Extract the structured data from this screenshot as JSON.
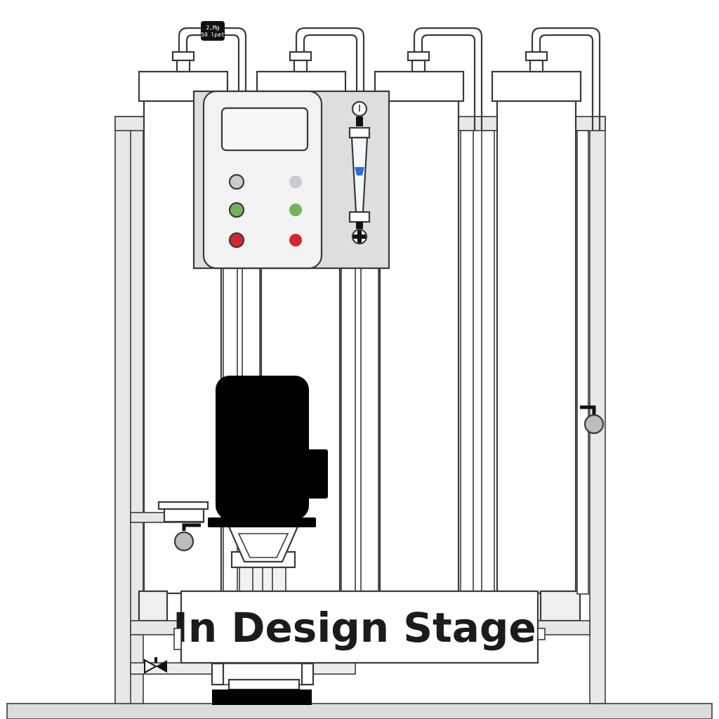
{
  "banner": {
    "text": "In Design Stage"
  },
  "gauge_tag": {
    "line1": "2,Mg",
    "line2": "50 lpet"
  },
  "control_panel": {
    "indicators": [
      {
        "color": "#c8ccd0"
      },
      {
        "color": "#c8ccd0"
      },
      {
        "color": "#72b35c"
      },
      {
        "color": "#72b35c"
      },
      {
        "color": "#d6262b"
      },
      {
        "color": "#d6262b"
      }
    ]
  },
  "flowmeter": {
    "float_color": "#2f6fd0"
  },
  "colors": {
    "frame": "#e6e6e6",
    "panel": "#dedede",
    "motor": "#000000",
    "ground": "#dcdcdc"
  }
}
